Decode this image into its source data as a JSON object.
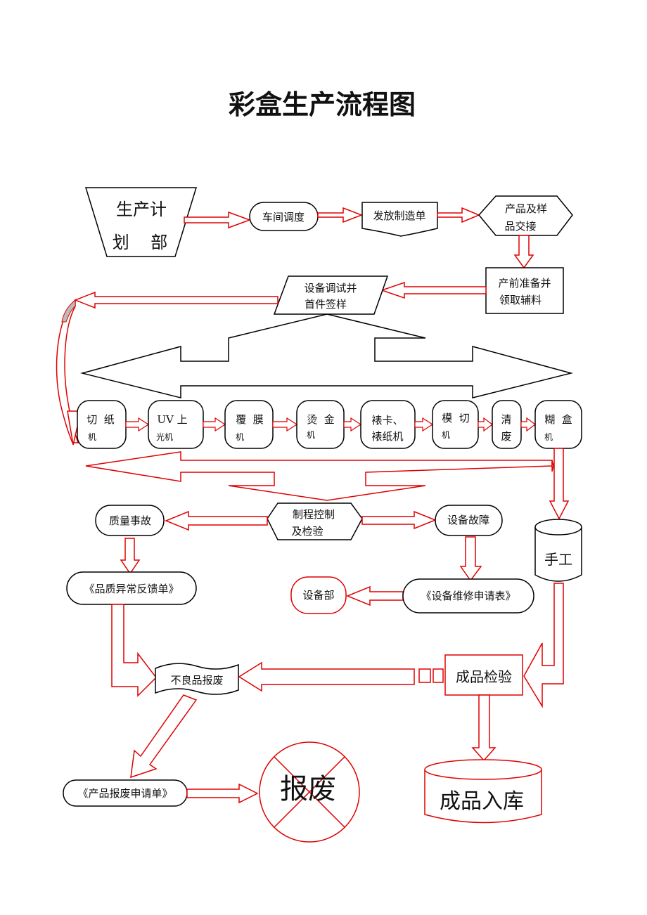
{
  "title": "彩盒生产流程图",
  "nodes": {
    "plan_dept": {
      "line1": "生产计",
      "line2": "划    部"
    },
    "workshop_dispatch": "车间调度",
    "issue_order": "发放制造单",
    "sample_handover": {
      "line1": "产品及样",
      "line2": "品交接"
    },
    "prep_materials": {
      "line1": "产前准备并",
      "line2": "领取辅料"
    },
    "equip_setup": {
      "line1": "设备调试并",
      "line2": "首件签样"
    },
    "machines": [
      {
        "line1": "切  纸",
        "line2": "机"
      },
      {
        "line1": "UV 上",
        "line2": "光机"
      },
      {
        "line1": "覆  膜",
        "line2": "机"
      },
      {
        "line1": "烫  金",
        "line2": "机"
      },
      {
        "line1": "裱卡、",
        "line2": "裱纸机"
      },
      {
        "line1": "模  切",
        "line2": "机"
      },
      {
        "line1": "清",
        "line2": "废"
      },
      {
        "line1": "糊  盒",
        "line2": "机"
      }
    ],
    "process_control": {
      "line1": "制程控制",
      "line2": "及检验"
    },
    "quality_incident": "质量事故",
    "equipment_failure": "设备故障",
    "quality_report": "《品质异常反馈单》",
    "equipment_dept": "设备部",
    "repair_request": "《设备维修申请表》",
    "manual": "手工",
    "defect_scrap": "不良品报废",
    "fg_inspection": "成品检验",
    "scrap_request": "《产品报废申请单》",
    "scrap": "报废",
    "warehouse": "成品入库"
  },
  "colors": {
    "flow_arrow": "#e00000",
    "outline": "#000000",
    "scrap_cross": "#e00000"
  }
}
